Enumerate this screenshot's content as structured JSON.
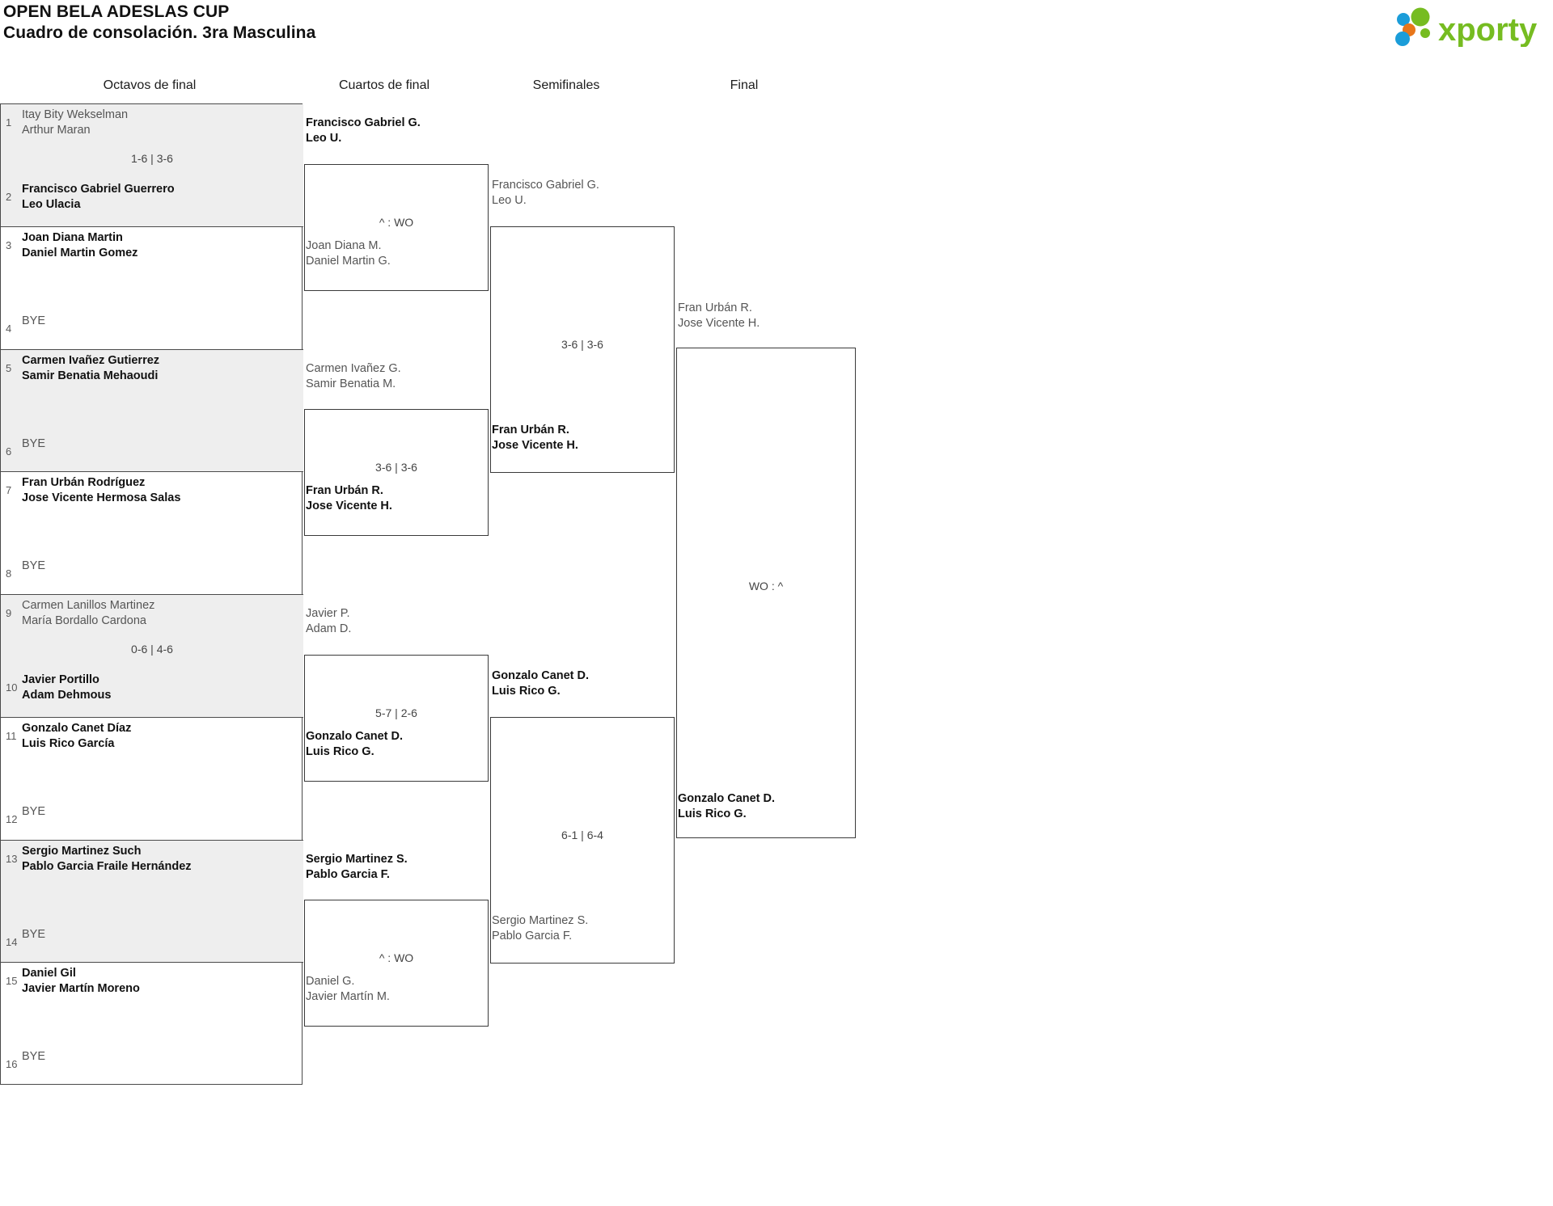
{
  "header": {
    "tournament": "OPEN BELA ADESLAS CUP",
    "subtitle": "Cuadro de consolación. 3ra Masculina",
    "logo": {
      "name": "xporty-logo",
      "wordmark": "xporty",
      "colors": {
        "green": "#76bc21",
        "blue": "#1b9dd9",
        "orange": "#e8761a"
      }
    }
  },
  "rounds": [
    {
      "id": "octavos",
      "label": "Octavos de final"
    },
    {
      "id": "cuartos",
      "label": "Cuartos de final"
    },
    {
      "id": "semis",
      "label": "Semifinales"
    },
    {
      "id": "final",
      "label": "Final"
    }
  ],
  "bye_label": "BYE",
  "round1": [
    {
      "shaded": true,
      "score": "1-6 | 3-6",
      "top": {
        "seed": "1",
        "bye": false,
        "winner": false,
        "players": [
          "Itay Bity Wekselman",
          "Arthur Maran"
        ]
      },
      "bottom": {
        "seed": "2",
        "bye": false,
        "winner": true,
        "players": [
          "Francisco Gabriel Guerrero",
          "Leo Ulacia"
        ]
      }
    },
    {
      "shaded": false,
      "score": "",
      "top": {
        "seed": "3",
        "bye": false,
        "winner": true,
        "players": [
          "Joan Diana Martin",
          "Daniel Martin Gomez"
        ]
      },
      "bottom": {
        "seed": "4",
        "bye": true,
        "winner": false,
        "players": []
      }
    },
    {
      "shaded": true,
      "score": "",
      "top": {
        "seed": "5",
        "bye": false,
        "winner": true,
        "players": [
          "Carmen Ivañez Gutierrez",
          "Samir Benatia Mehaoudi"
        ]
      },
      "bottom": {
        "seed": "6",
        "bye": true,
        "winner": false,
        "players": []
      }
    },
    {
      "shaded": false,
      "score": "",
      "top": {
        "seed": "7",
        "bye": false,
        "winner": true,
        "players": [
          "Fran Urbán Rodríguez",
          "Jose Vicente Hermosa Salas"
        ]
      },
      "bottom": {
        "seed": "8",
        "bye": true,
        "winner": false,
        "players": []
      }
    },
    {
      "shaded": true,
      "score": "0-6 | 4-6",
      "top": {
        "seed": "9",
        "bye": false,
        "winner": false,
        "players": [
          "Carmen Lanillos Martinez",
          "María Bordallo Cardona"
        ]
      },
      "bottom": {
        "seed": "10",
        "bye": false,
        "winner": true,
        "players": [
          "Javier Portillo",
          "Adam Dehmous"
        ]
      }
    },
    {
      "shaded": false,
      "score": "",
      "top": {
        "seed": "11",
        "bye": false,
        "winner": true,
        "players": [
          "Gonzalo Canet Díaz",
          "Luis Rico García"
        ]
      },
      "bottom": {
        "seed": "12",
        "bye": true,
        "winner": false,
        "players": []
      }
    },
    {
      "shaded": true,
      "score": "",
      "top": {
        "seed": "13",
        "bye": false,
        "winner": true,
        "players": [
          "Sergio Martinez Such",
          "Pablo Garcia Fraile Hernández"
        ]
      },
      "bottom": {
        "seed": "14",
        "bye": true,
        "winner": false,
        "players": []
      }
    },
    {
      "shaded": false,
      "score": "",
      "top": {
        "seed": "15",
        "bye": false,
        "winner": true,
        "players": [
          "Daniel Gil",
          "Javier Martín Moreno"
        ]
      },
      "bottom": {
        "seed": "16",
        "bye": true,
        "winner": false,
        "players": []
      }
    }
  ],
  "round2": [
    {
      "score": "^ : WO",
      "top": {
        "winner": true,
        "players": [
          "Francisco Gabriel G.",
          "Leo U."
        ]
      },
      "bottom": {
        "winner": false,
        "players": [
          "Joan Diana M.",
          "Daniel Martin G."
        ]
      }
    },
    {
      "score": "3-6 | 3-6",
      "top": {
        "winner": false,
        "players": [
          "Carmen Ivañez G.",
          "Samir Benatia M."
        ]
      },
      "bottom": {
        "winner": true,
        "players": [
          "Fran Urbán R.",
          "Jose Vicente H."
        ]
      }
    },
    {
      "score": "5-7 | 2-6",
      "top": {
        "winner": false,
        "players": [
          "Javier P.",
          "Adam D."
        ]
      },
      "bottom": {
        "winner": true,
        "players": [
          "Gonzalo Canet D.",
          "Luis Rico G."
        ]
      }
    },
    {
      "score": "^ : WO",
      "top": {
        "winner": true,
        "players": [
          "Sergio Martinez S.",
          "Pablo Garcia F."
        ]
      },
      "bottom": {
        "winner": false,
        "players": [
          "Daniel G.",
          "Javier Martín M."
        ]
      }
    }
  ],
  "round3": [
    {
      "score": "3-6 | 3-6",
      "top": {
        "winner": false,
        "players": [
          "Francisco Gabriel G.",
          "Leo U."
        ]
      },
      "bottom": {
        "winner": true,
        "players": [
          "Fran Urbán R.",
          "Jose Vicente H."
        ]
      }
    },
    {
      "score": "6-1 | 6-4",
      "top": {
        "winner": true,
        "players": [
          "Gonzalo Canet D.",
          "Luis Rico G."
        ]
      },
      "bottom": {
        "winner": false,
        "players": [
          "Sergio Martinez S.",
          "Pablo Garcia F."
        ]
      }
    }
  ],
  "round4": [
    {
      "score": "WO : ^",
      "top": {
        "winner": false,
        "players": [
          "Fran Urbán R.",
          "Jose Vicente H."
        ]
      },
      "bottom": {
        "winner": true,
        "players": [
          "Gonzalo Canet D.",
          "Luis Rico G."
        ]
      }
    }
  ]
}
